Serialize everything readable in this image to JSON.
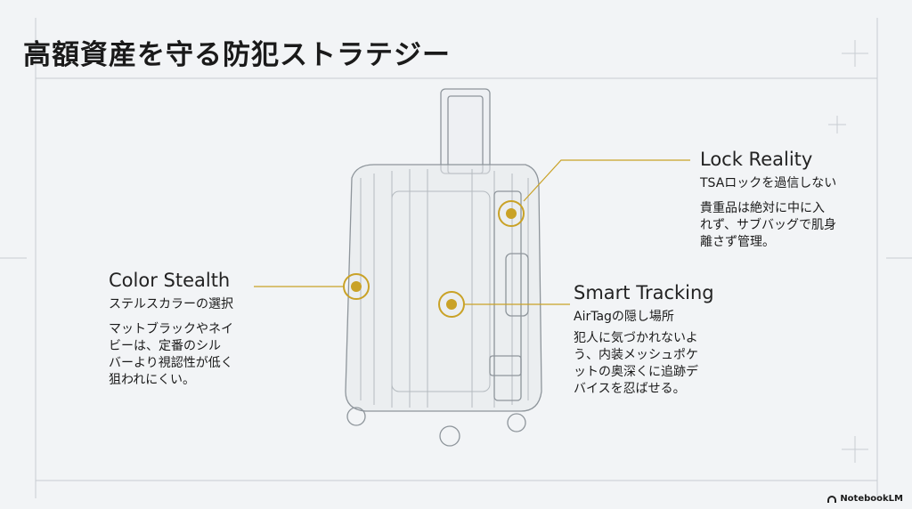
{
  "title": "高額資産を守る防犯ストラテジー",
  "callouts": {
    "lock": {
      "heading": "Lock Reality",
      "subheading": "TSAロックを過信しない",
      "body": [
        "貴重品は絶対に中に入",
        "れず、サブバッグで肌身",
        "離さず管理。"
      ]
    },
    "color": {
      "heading": "Color Stealth",
      "subheading": "ステルスカラーの選択",
      "body": [
        "マットブラックやネイ",
        "ビーは、定番のシル",
        "バーより視認性が低く",
        "狙われにくい。"
      ]
    },
    "tracking": {
      "heading": "Smart Tracking",
      "subheading": "AirTagの隠し場所",
      "body": [
        "犯人に気づかれないよ",
        "う、内装メッシュポケ",
        "ットの奥深くに追跡デ",
        "バイスを忍ばせる。"
      ]
    }
  },
  "brand": "NotebookLM",
  "colors": {
    "accent": "#c9a227",
    "line": "#c8cdd2"
  }
}
